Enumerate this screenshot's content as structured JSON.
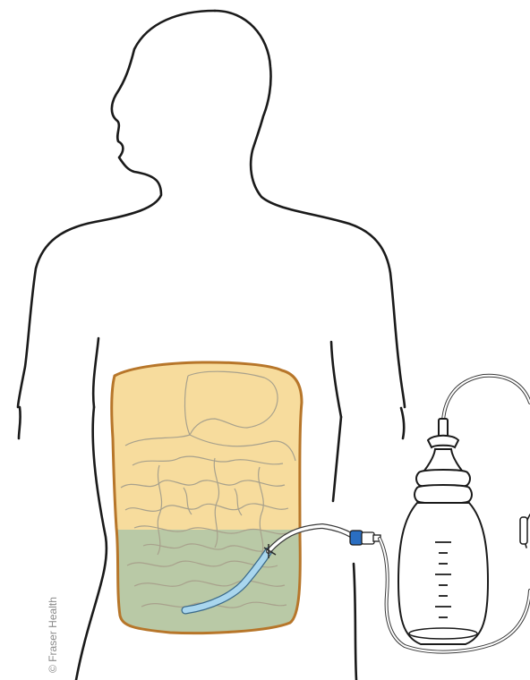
{
  "copyright": "© Fraser Health",
  "colors": {
    "outline": "#1a1a1a",
    "abdomen_fill": "#f7dc9d",
    "abdomen_border": "#b7762a",
    "fluid": "#b9c9a6",
    "intestine_line": "#a8a18c",
    "catheter": "#a9d6ee",
    "connector": "#2a6ec1"
  },
  "icons": [
    "human-body-outline",
    "abdomen",
    "intestines",
    "catheter",
    "drainage-bottle"
  ]
}
